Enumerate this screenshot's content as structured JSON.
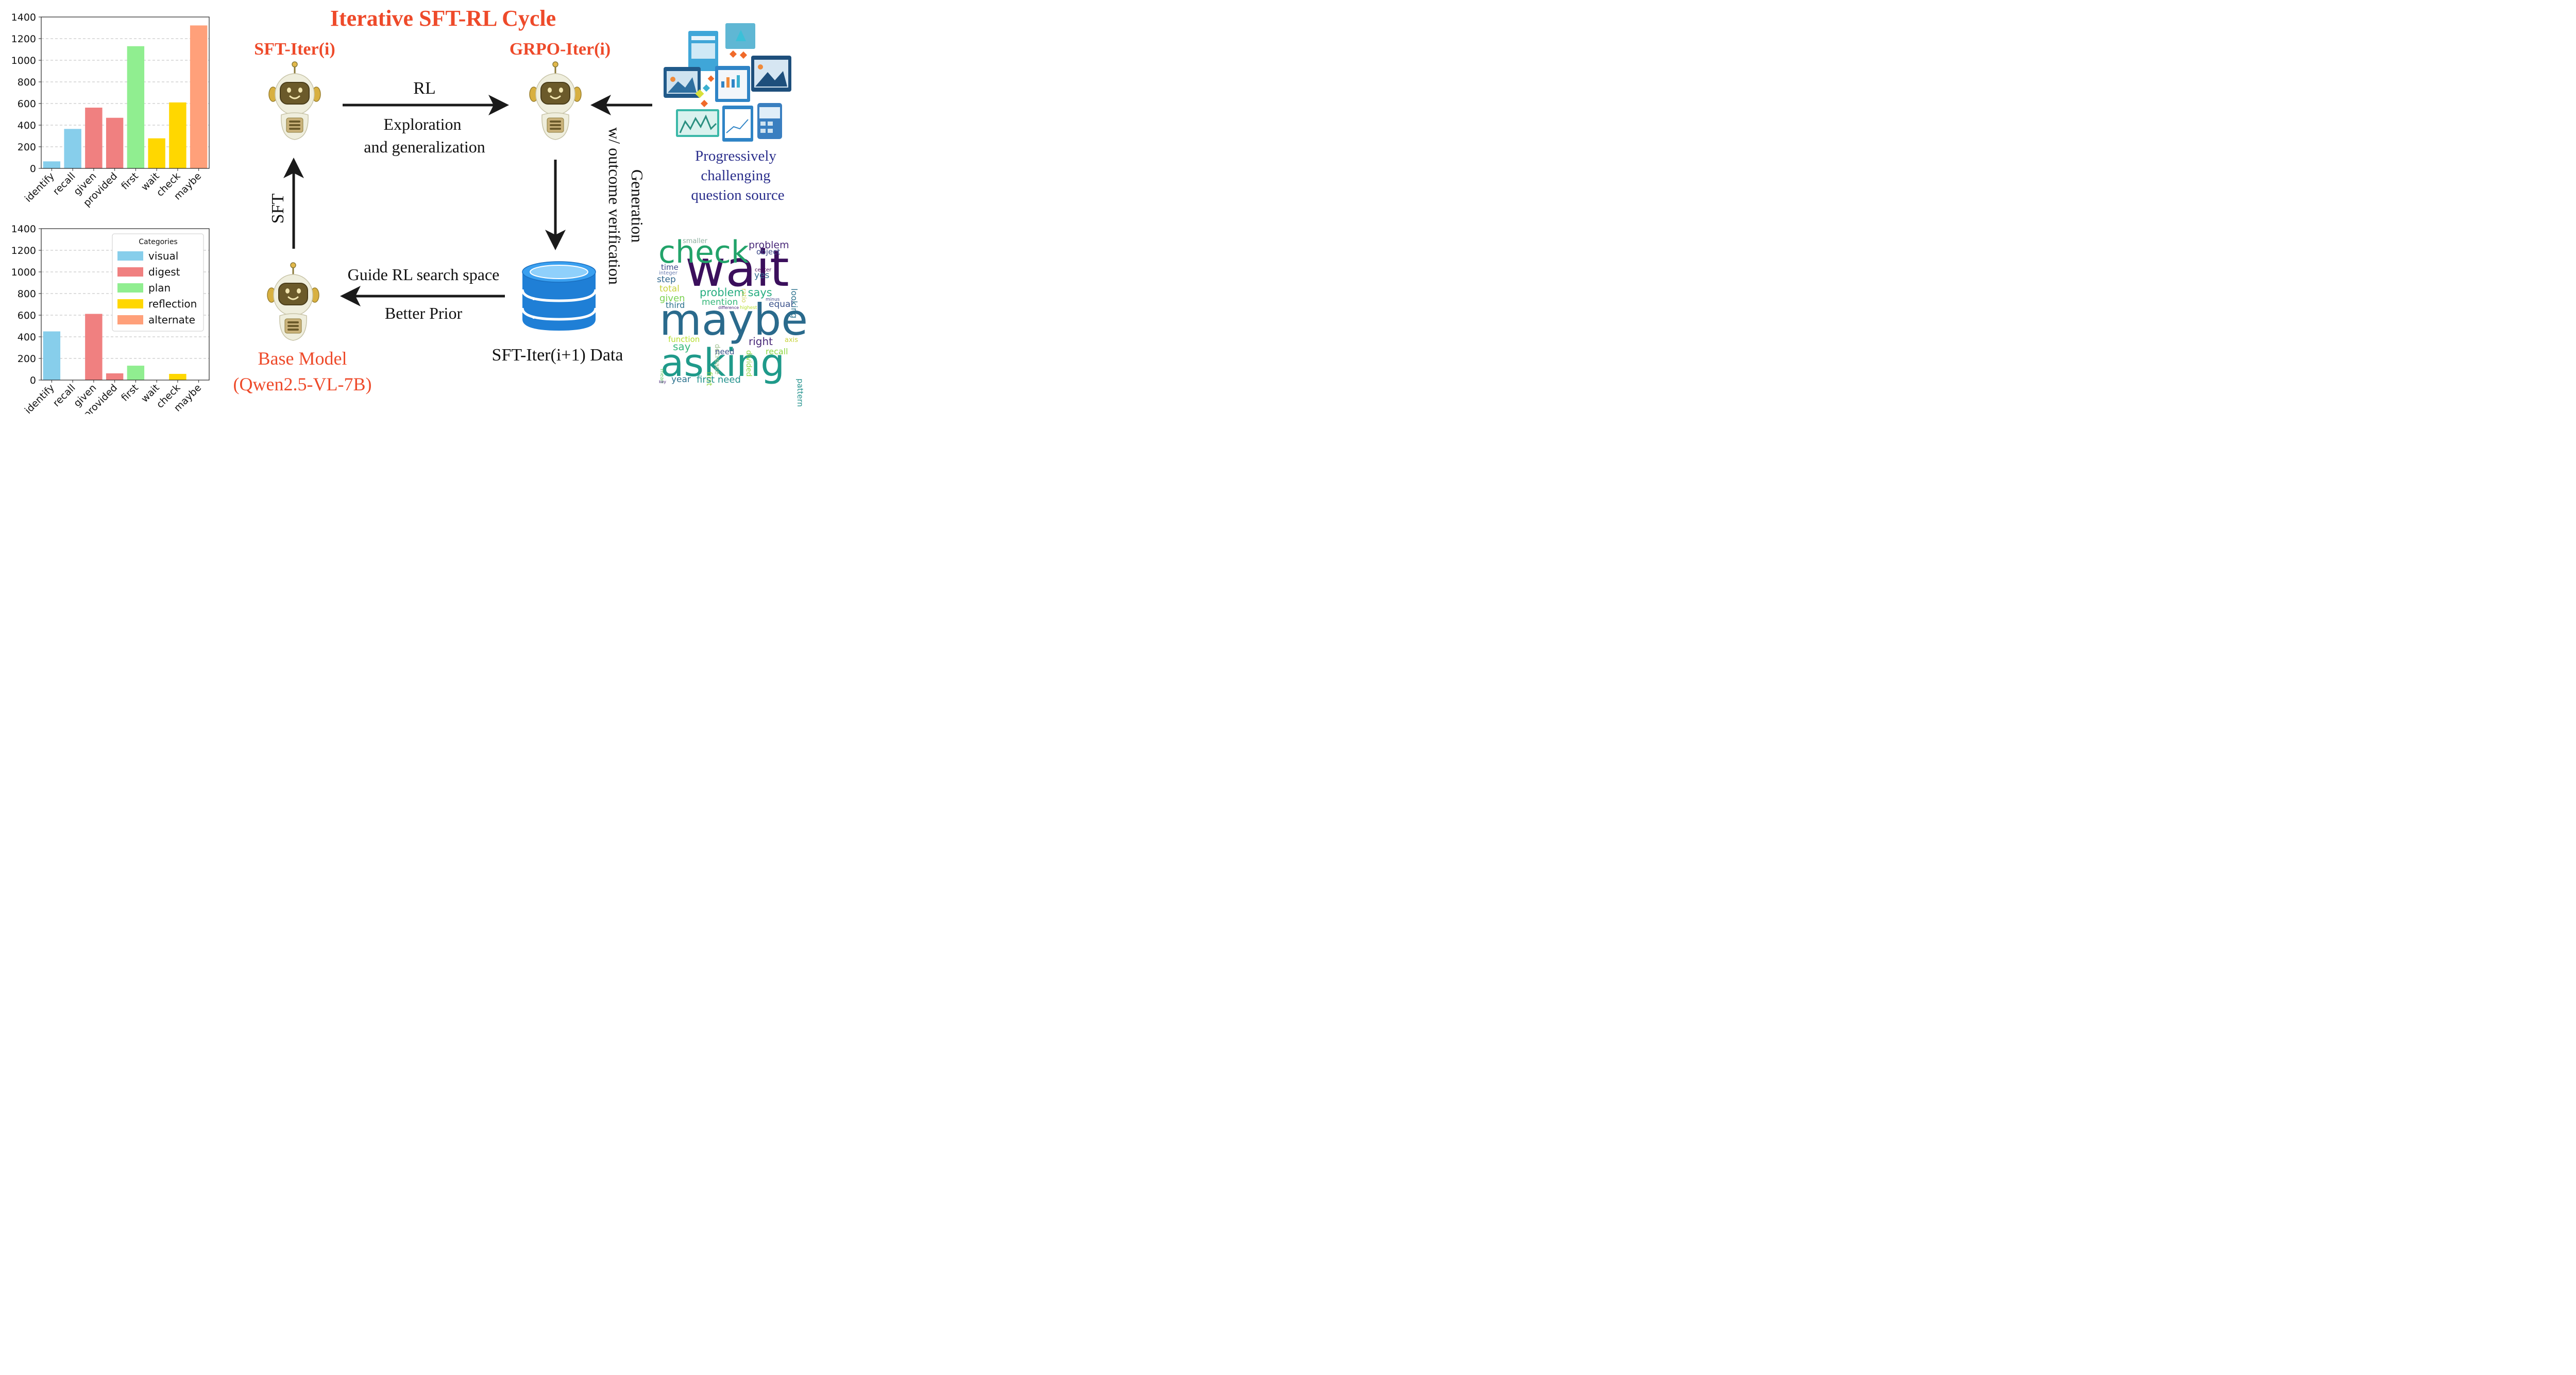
{
  "title": "Iterative SFT-RL Cycle",
  "nodes": {
    "sft_iter": "SFT-Iter(i)",
    "grpo_iter": "GRPO-Iter(i)",
    "base_model_line1": "Base Model",
    "base_model_line2": "(Qwen2.5-VL-7B)",
    "sft_data": "SFT-Iter(i+1) Data"
  },
  "edges": {
    "rl": "RL",
    "exploration_line1": "Exploration",
    "exploration_line2": "and generalization",
    "sft": "SFT",
    "generation_line1": "Generation",
    "generation_line2": "w/ outcome verification",
    "guide": "Guide RL search space",
    "better_prior": "Better Prior"
  },
  "question_source": {
    "line1": "Progressively",
    "line2": "challenging",
    "line3": "question source"
  },
  "colors": {
    "title_red": "#ee4a2a",
    "source_blue": "#2b2f8c",
    "visual": "#87ceeb",
    "digest": "#f08080",
    "plan": "#90ee90",
    "reflection": "#ffd700",
    "alternate": "#ffa07a",
    "arrow": "#1a1a1a"
  },
  "chart_data": [
    {
      "type": "bar",
      "categories": [
        "identify",
        "recall",
        "given",
        "provided",
        "first",
        "wait",
        "check",
        "maybe"
      ],
      "values": [
        65,
        365,
        562,
        468,
        1130,
        278,
        610,
        1322
      ],
      "category_groups": [
        "visual",
        "visual",
        "digest",
        "digest",
        "plan",
        "reflection",
        "reflection",
        "alternate"
      ],
      "ylim": [
        0,
        1400
      ],
      "yticks": [
        0,
        200,
        400,
        600,
        800,
        1000,
        1200,
        1400
      ],
      "grid": "horizontal dashed",
      "title": "",
      "xlabel": "",
      "ylabel": ""
    },
    {
      "type": "bar",
      "categories": [
        "identify",
        "recall",
        "given",
        "provided",
        "first",
        "wait",
        "check",
        "maybe"
      ],
      "values": [
        450,
        0,
        612,
        62,
        133,
        0,
        57,
        0
      ],
      "category_groups": [
        "visual",
        "visual",
        "digest",
        "digest",
        "plan",
        "reflection",
        "reflection",
        "alternate"
      ],
      "ylim": [
        0,
        1400
      ],
      "yticks": [
        0,
        200,
        400,
        600,
        800,
        1000,
        1200,
        1400
      ],
      "grid": "horizontal dashed",
      "legend": {
        "title": "Categories",
        "placement": "top-right",
        "entries": [
          "visual",
          "digest",
          "plan",
          "reflection",
          "alternate"
        ]
      },
      "title": "",
      "xlabel": "",
      "ylabel": ""
    }
  ],
  "word_cloud": [
    {
      "text": "wait",
      "color": "#3b0f5c"
    },
    {
      "text": "maybe",
      "color": "#2a6a8c"
    },
    {
      "text": "asking",
      "color": "#1f9a8a"
    },
    {
      "text": "check",
      "color": "#22a36a"
    },
    {
      "text": "problem",
      "color": "#482878"
    },
    {
      "text": "object",
      "color": "#3e4989"
    },
    {
      "text": "smaller",
      "color": "#8fb0a0"
    },
    {
      "text": "time",
      "color": "#3e4989"
    },
    {
      "text": "integer",
      "color": "#6b7db0"
    },
    {
      "text": "step",
      "color": "#31688e"
    },
    {
      "text": "total",
      "color": "#c8d23a"
    },
    {
      "text": "given",
      "color": "#7ad151"
    },
    {
      "text": "third",
      "color": "#2c728e"
    },
    {
      "text": "problem says",
      "color": "#27ad81"
    },
    {
      "text": "mention",
      "color": "#35b779"
    },
    {
      "text": "ratio",
      "color": "#d0d55a"
    },
    {
      "text": "center",
      "color": "#440154"
    },
    {
      "text": "yes",
      "color": "#31688e"
    },
    {
      "text": "looking",
      "color": "#2c728e"
    },
    {
      "text": "equal",
      "color": "#3b528b"
    },
    {
      "text": "minus",
      "color": "#3e4989"
    },
    {
      "text": "difference",
      "color": "#482878"
    },
    {
      "text": "highest",
      "color": "#b5de2b"
    },
    {
      "text": "function",
      "color": "#b5de2b"
    },
    {
      "text": "decrease",
      "color": "#a0c090"
    },
    {
      "text": "divided",
      "color": "#8fd744"
    },
    {
      "text": "right",
      "color": "#482878"
    },
    {
      "text": "axis",
      "color": "#c8d23a"
    },
    {
      "text": "say",
      "color": "#35b779"
    },
    {
      "text": "need",
      "color": "#3b528b"
    },
    {
      "text": "recall",
      "color": "#8fd744"
    },
    {
      "text": "pattern",
      "color": "#21918c"
    },
    {
      "text": "mean",
      "color": "#5ec962"
    },
    {
      "text": "first",
      "color": "#8fd744"
    },
    {
      "text": "year",
      "color": "#2c728e"
    },
    {
      "text": "first need",
      "color": "#21918c"
    },
    {
      "text": "key",
      "color": "#482878"
    }
  ]
}
